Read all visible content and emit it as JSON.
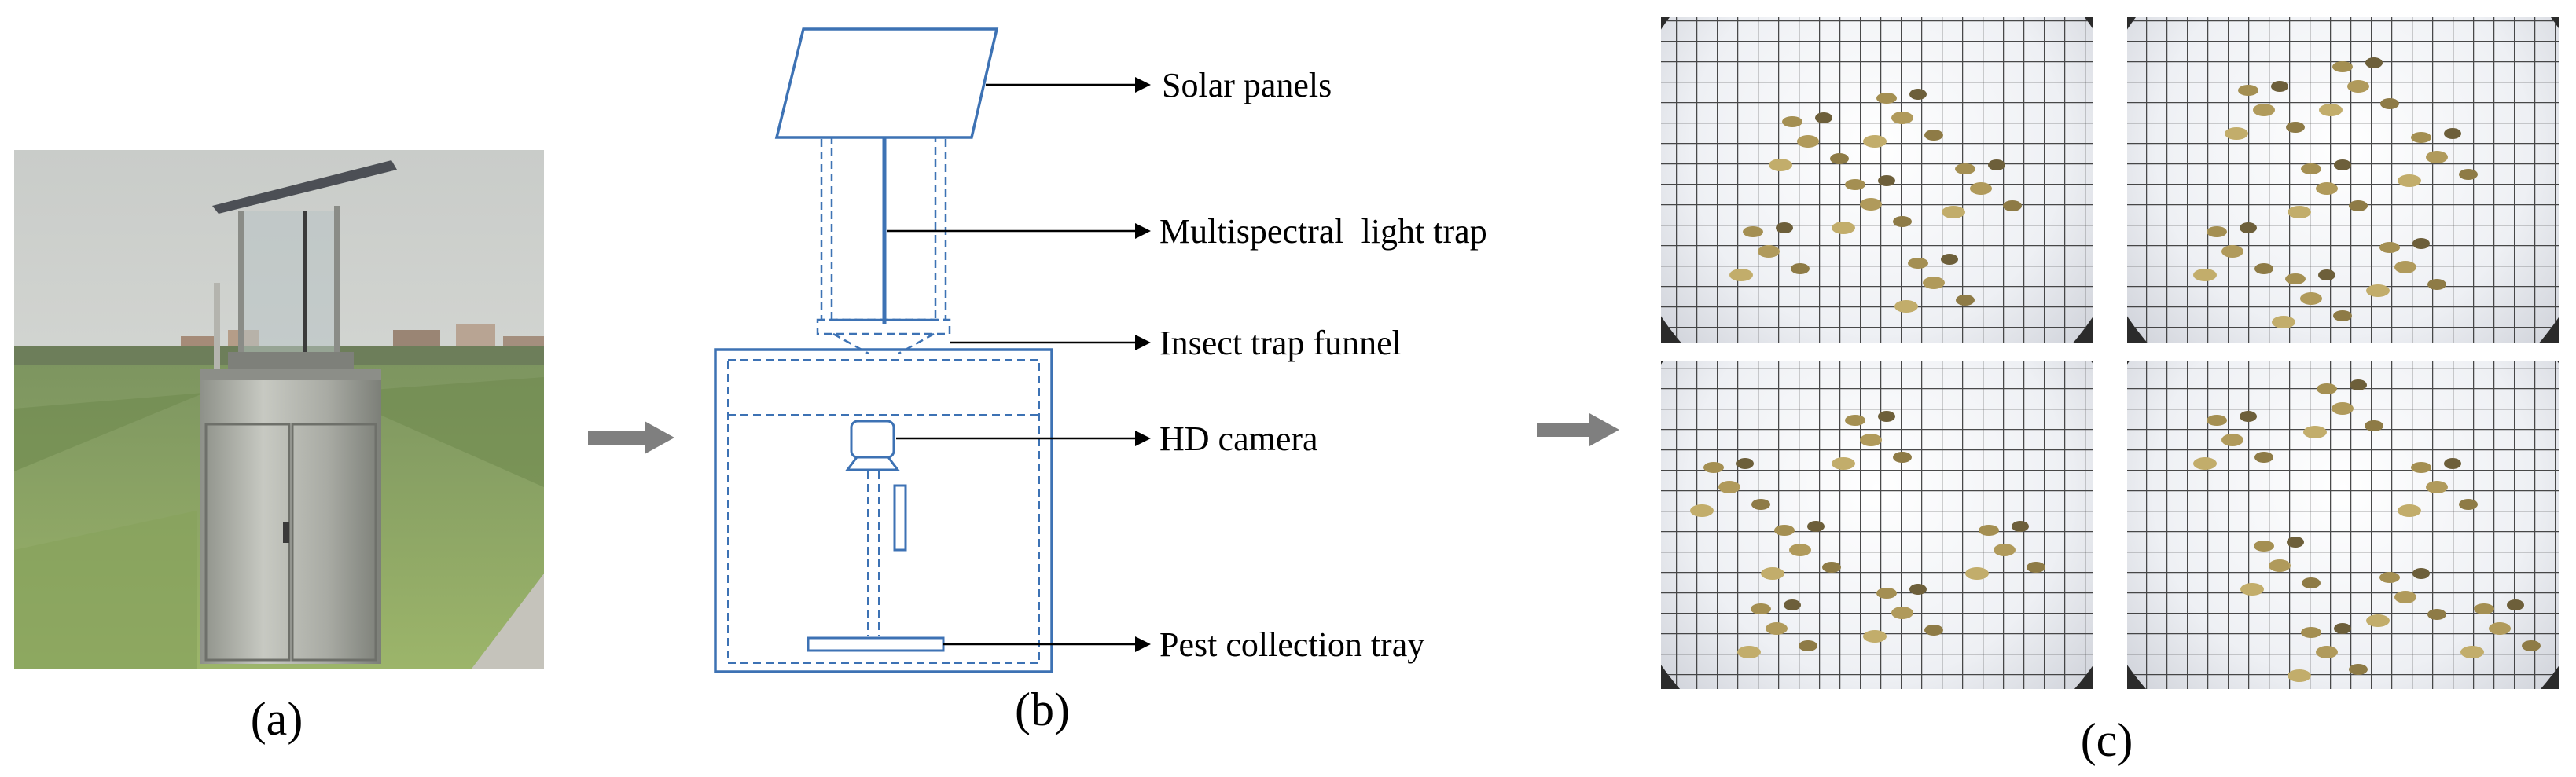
{
  "panels": {
    "a": {
      "caption": "(a)"
    },
    "b": {
      "caption": "(b)",
      "components": [
        {
          "id": "solar",
          "label": "Solar panels"
        },
        {
          "id": "light",
          "label": "Multispectral  light trap"
        },
        {
          "id": "funnel",
          "label": "Insect trap funnel"
        },
        {
          "id": "camera",
          "label": "HD camera"
        },
        {
          "id": "tray",
          "label": "Pest collection tray"
        }
      ]
    },
    "c": {
      "caption": "(c)"
    }
  },
  "colors": {
    "diagram_line": "#3d72b4",
    "arrow_gray": "#7f7f7f",
    "grid_line": "#2a2a2a",
    "tray_bg": "#e9ebf0"
  }
}
